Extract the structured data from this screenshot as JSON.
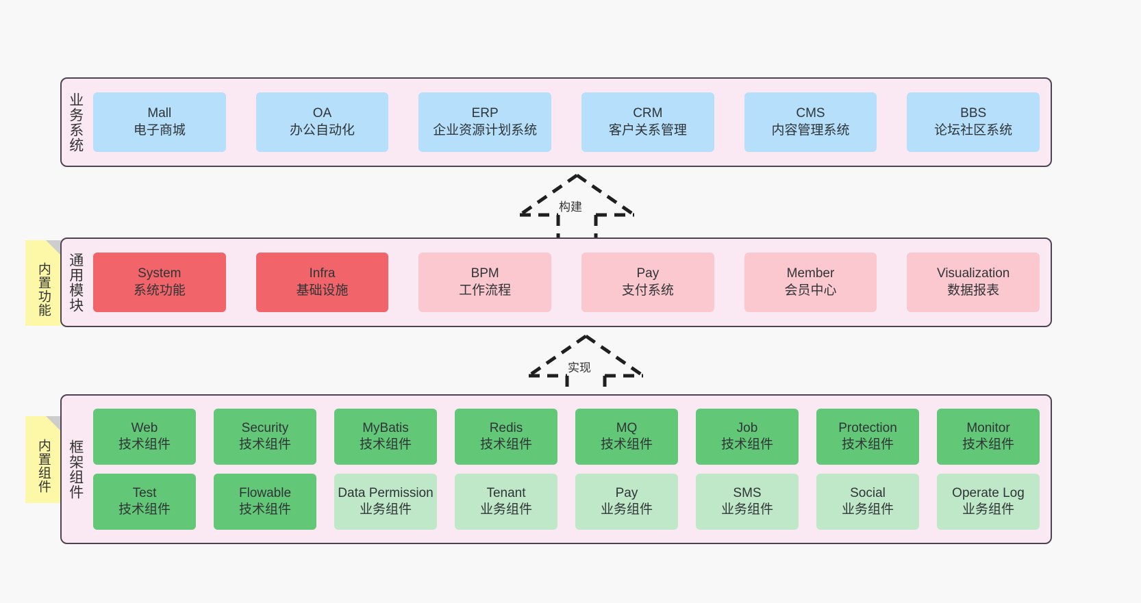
{
  "diagram": {
    "background_color": "#f8f8f8",
    "panel_fill": "#fae9f3",
    "panel_border": "#4d4452",
    "sticky_color": "#fdf8a8"
  },
  "layers": {
    "business": {
      "title": "业务系统",
      "box_color": "#b5dffb",
      "items": [
        {
          "name": "Mall",
          "desc": "电子商城"
        },
        {
          "name": "OA",
          "desc": "办公自动化"
        },
        {
          "name": "ERP",
          "desc": "企业资源计划系统"
        },
        {
          "name": "CRM",
          "desc": "客户关系管理"
        },
        {
          "name": "CMS",
          "desc": "内容管理系统"
        },
        {
          "name": "BBS",
          "desc": "论坛社区系统"
        }
      ]
    },
    "common": {
      "title": "通用模块",
      "sticky": "内置功能",
      "box_color_strong": "#f0646a",
      "box_color_soft": "#fbc8d0",
      "items": [
        {
          "name": "System",
          "desc": "系统功能",
          "emphasis": "strong"
        },
        {
          "name": "Infra",
          "desc": "基础设施",
          "emphasis": "strong"
        },
        {
          "name": "BPM",
          "desc": "工作流程",
          "emphasis": "soft"
        },
        {
          "name": "Pay",
          "desc": "支付系统",
          "emphasis": "soft"
        },
        {
          "name": "Member",
          "desc": "会员中心",
          "emphasis": "soft"
        },
        {
          "name": "Visualization",
          "desc": "数据报表",
          "emphasis": "soft"
        }
      ]
    },
    "framework": {
      "title": "框架组件",
      "sticky": "内置组件",
      "box_color_strong": "#62c878",
      "box_color_soft": "#bfe8c9",
      "row1": [
        {
          "name": "Web",
          "desc": "技术组件",
          "emphasis": "strong"
        },
        {
          "name": "Security",
          "desc": "技术组件",
          "emphasis": "strong"
        },
        {
          "name": "MyBatis",
          "desc": "技术组件",
          "emphasis": "strong"
        },
        {
          "name": "Redis",
          "desc": "技术组件",
          "emphasis": "strong"
        },
        {
          "name": "MQ",
          "desc": "技术组件",
          "emphasis": "strong"
        },
        {
          "name": "Job",
          "desc": "技术组件",
          "emphasis": "strong"
        },
        {
          "name": "Protection",
          "desc": "技术组件",
          "emphasis": "strong"
        },
        {
          "name": "Monitor",
          "desc": "技术组件",
          "emphasis": "strong"
        }
      ],
      "row2": [
        {
          "name": "Test",
          "desc": "技术组件",
          "emphasis": "strong"
        },
        {
          "name": "Flowable",
          "desc": "技术组件",
          "emphasis": "strong"
        },
        {
          "name": "Data Permission",
          "desc": "业务组件",
          "emphasis": "soft"
        },
        {
          "name": "Tenant",
          "desc": "业务组件",
          "emphasis": "soft"
        },
        {
          "name": "Pay",
          "desc": "业务组件",
          "emphasis": "soft"
        },
        {
          "name": "SMS",
          "desc": "业务组件",
          "emphasis": "soft"
        },
        {
          "name": "Social",
          "desc": "业务组件",
          "emphasis": "soft"
        },
        {
          "name": "Operate Log",
          "desc": "业务组件",
          "emphasis": "soft"
        }
      ]
    }
  },
  "connectors": [
    {
      "id": "build",
      "label": "构建",
      "style": "dashed-generalization-up"
    },
    {
      "id": "implement",
      "label": "实现",
      "style": "dashed-generalization-up"
    }
  ]
}
